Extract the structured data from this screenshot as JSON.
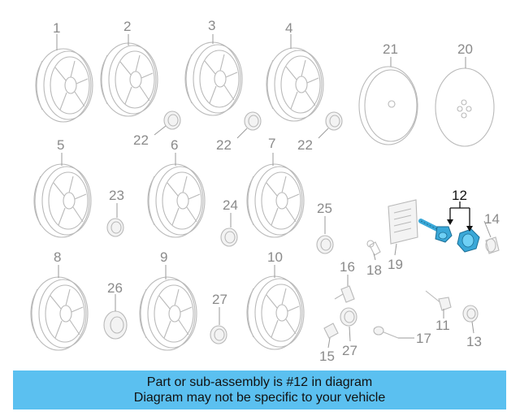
{
  "diagram": {
    "callouts": [
      "1",
      "2",
      "3",
      "4",
      "20",
      "21",
      "22",
      "22",
      "22",
      "5",
      "6",
      "7",
      "23",
      "24",
      "25",
      "12",
      "14",
      "18",
      "19",
      "8",
      "9",
      "10",
      "16",
      "26",
      "27",
      "11",
      "13",
      "15",
      "27",
      "17"
    ],
    "highlighted_part": "12"
  },
  "banner": {
    "line1": "Part or sub-assembly is #12 in diagram",
    "line2": "Diagram may not be specific to your vehicle"
  },
  "colors": {
    "banner": "#5bc0f0",
    "highlight_part": "#3aa8d8"
  }
}
